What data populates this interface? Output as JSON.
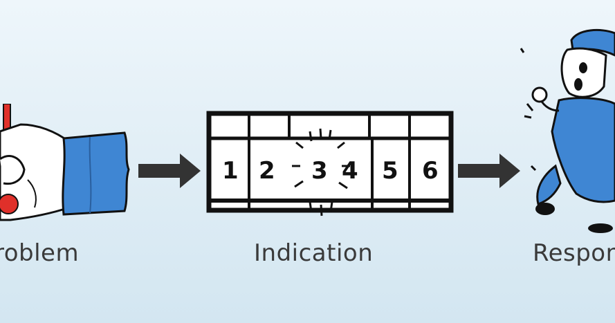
{
  "labels": {
    "problem": "roblem",
    "indication": "Indication",
    "response": "Respon"
  },
  "panel": {
    "cells": [
      "1",
      "2",
      "3",
      "4",
      "5",
      "6"
    ],
    "lit_cell": "3"
  },
  "colors": {
    "arrow": "#333333",
    "sleeve_blue": "#3f86d3",
    "pencil_red": "#e0302a",
    "ink": "#111111"
  },
  "icons": {
    "problem": "hand-with-red-pencil-icon",
    "response": "running-worker-icon"
  }
}
